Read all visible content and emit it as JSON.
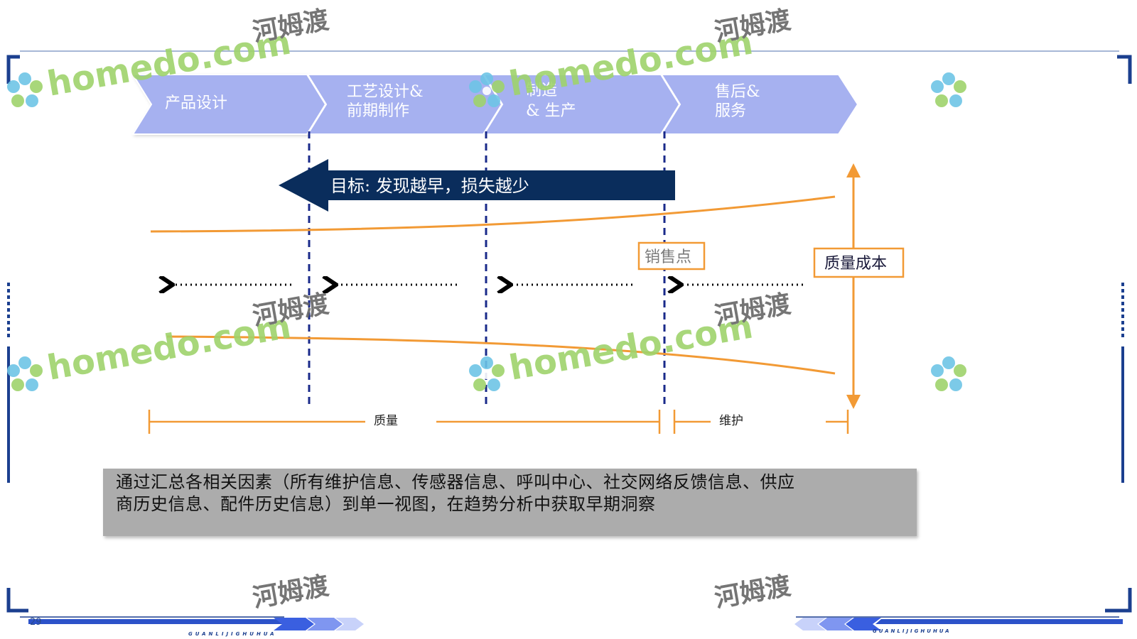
{
  "stages": [
    {
      "label": "产品设计"
    },
    {
      "label": "工艺设计&",
      "label2": "前期制作"
    },
    {
      "label": "制造",
      "label2": "& 生产"
    },
    {
      "label": "售后&",
      "label2": "服务"
    }
  ],
  "goal_arrow": {
    "label": "目标: 发现越早，损失越少"
  },
  "sale_point": {
    "label": "销售点"
  },
  "quality_cost": {
    "label": "质量成本"
  },
  "span_quality": {
    "label": "质量"
  },
  "span_maintenance": {
    "label": "维护"
  },
  "summary": {
    "line1": "通过汇总各相关因素（所有维护信息、传感器信息、呼叫中心、社交网络反馈信息、供应",
    "line2": "商历史信息、配件历史信息）到单一视图，在趋势分析中获取早期洞察"
  },
  "footer": {
    "page_number": "29",
    "brand_left": "GUANLIJIGHUHUA",
    "brand_right": "GUANLIJIGHUHUA"
  },
  "watermarks": {
    "text": "homedo.com",
    "cn_text": "河姆渡"
  },
  "colors": {
    "chevron_fill": "#a6b1f0",
    "goal_arrow_fill": "#0a2d5c",
    "orange": "#f29a35",
    "dashed_line": "#1a2a8a",
    "summary_bg": "#acacac",
    "frame_blue": "#1b3f8f",
    "watermark_green": "#9fd36b",
    "watermark_blue": "#6f8fcf"
  }
}
